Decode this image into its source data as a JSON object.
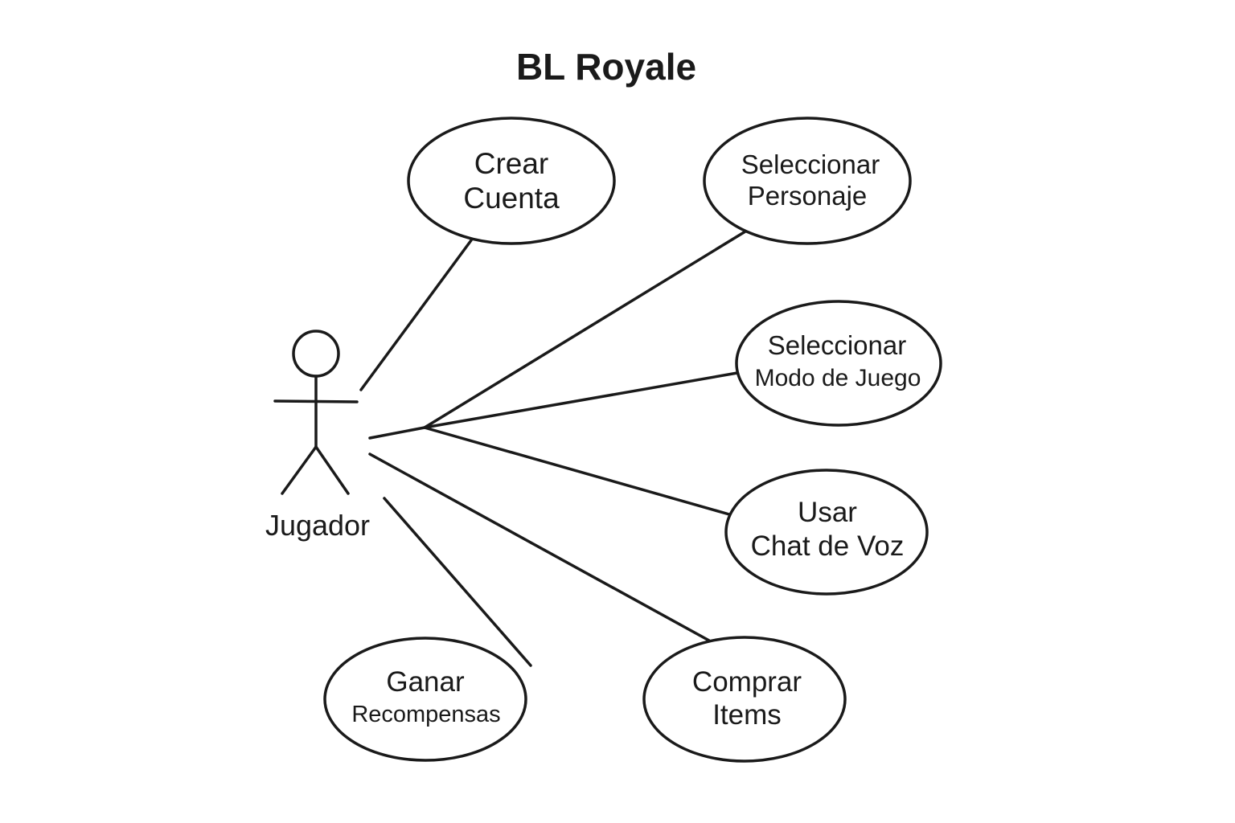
{
  "title": "BL Royale",
  "actor": {
    "label": "Jugador"
  },
  "use_cases": [
    {
      "id": "crear-cuenta",
      "line1": "Crear",
      "line2": "Cuenta"
    },
    {
      "id": "seleccionar-personaje",
      "line1": "Seleccionar",
      "line2": "Personaje"
    },
    {
      "id": "seleccionar-modo",
      "line1": "Seleccionar",
      "line2": "Modo de Juego"
    },
    {
      "id": "usar-chat-voz",
      "line1": "Usar",
      "line2": "Chat de Voz"
    },
    {
      "id": "comprar-items",
      "line1": "Comprar",
      "line2": "Items"
    },
    {
      "id": "ganar-recompensas",
      "line1": "Ganar",
      "line2": "Recompensas"
    }
  ]
}
